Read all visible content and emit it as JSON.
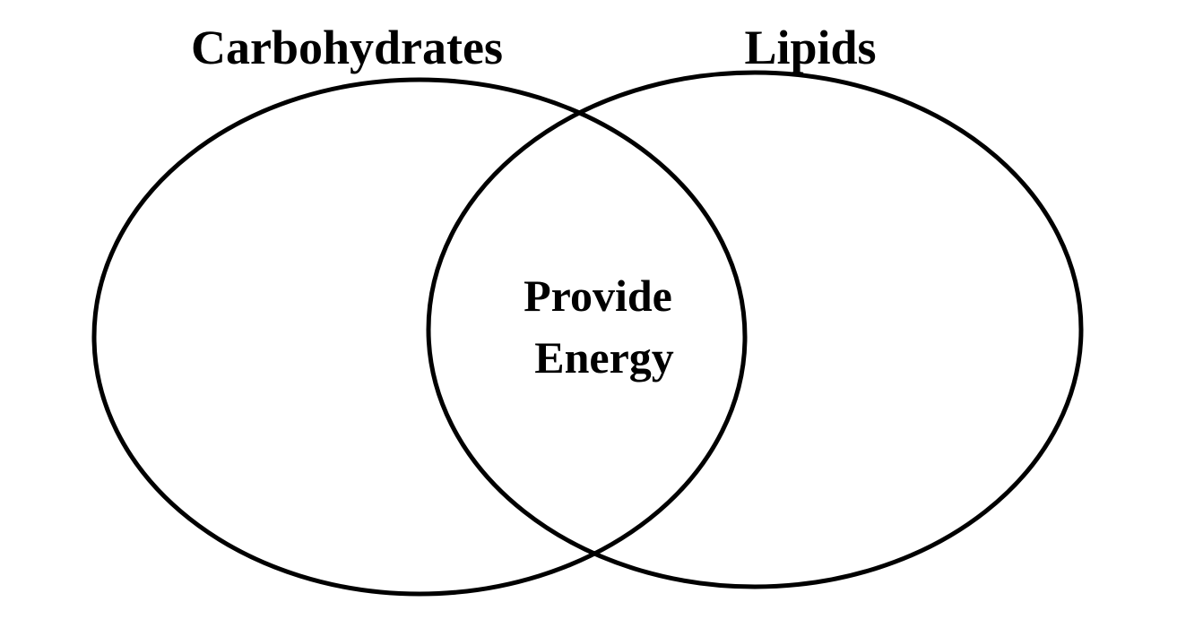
{
  "diagram": {
    "type": "venn",
    "sets": [
      {
        "label": "Carbohydrates"
      },
      {
        "label": "Lipids"
      }
    ],
    "overlap": {
      "lines": [
        "Provide",
        "Energy"
      ]
    },
    "colors": {
      "stroke": "#000000",
      "background": "#ffffff",
      "text": "#000000"
    }
  }
}
